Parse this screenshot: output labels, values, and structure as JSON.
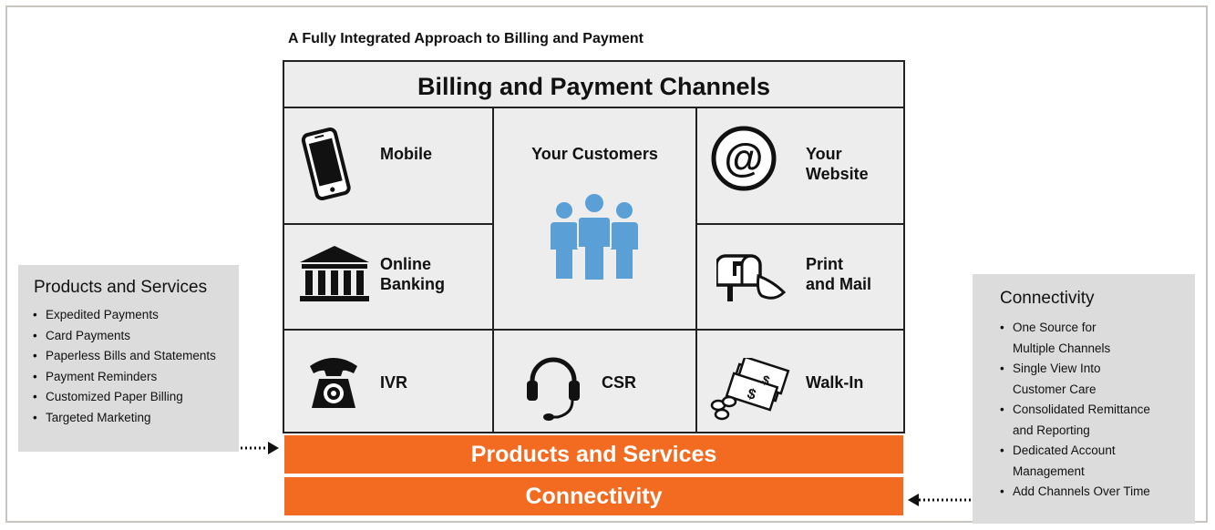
{
  "heading": "A Fully Integrated Approach to Billing and Payment",
  "grid": {
    "title": "Billing and Payment Channels",
    "mobile": "Mobile",
    "customers": "Your Customers",
    "website_line1": "Your",
    "website_line2": "Website",
    "online_line1": "Online",
    "online_line2": "Banking",
    "print_line1": "Print",
    "print_line2": "and Mail",
    "ivr": "IVR",
    "csr": "CSR",
    "walkin": "Walk-In"
  },
  "bars": {
    "products": "Products and Services",
    "connectivity": "Connectivity"
  },
  "left_box": {
    "title": "Products and Services",
    "items": [
      "Expedited Payments",
      "Card Payments",
      "Paperless Bills and Statements",
      "Payment Reminders",
      "Customized Paper Billing",
      "Targeted Marketing"
    ]
  },
  "right_box": {
    "title": "Connectivity",
    "items": [
      "One Source for",
      "Multiple Channels",
      "Single View Into",
      "Customer Care",
      "Consolidated Remittance",
      "and Reporting",
      "Dedicated Account",
      "Management",
      "Add Channels Over Time"
    ]
  },
  "colors": {
    "accent_orange": "#f26b21",
    "people_blue": "#5aa0d6",
    "panel_gray": "#ededed",
    "sidebox_gray": "#dcdcdc"
  }
}
